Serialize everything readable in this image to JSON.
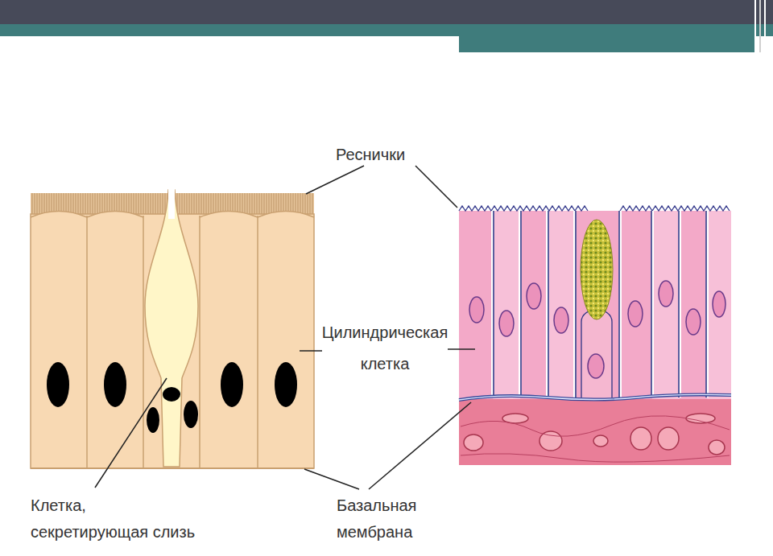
{
  "diagram": {
    "labels": [
      "Реснички",
      "Цилиндрическая клетка",
      "Клетка, секретирующая слизь",
      "Базальная мембрана"
    ]
  }
}
